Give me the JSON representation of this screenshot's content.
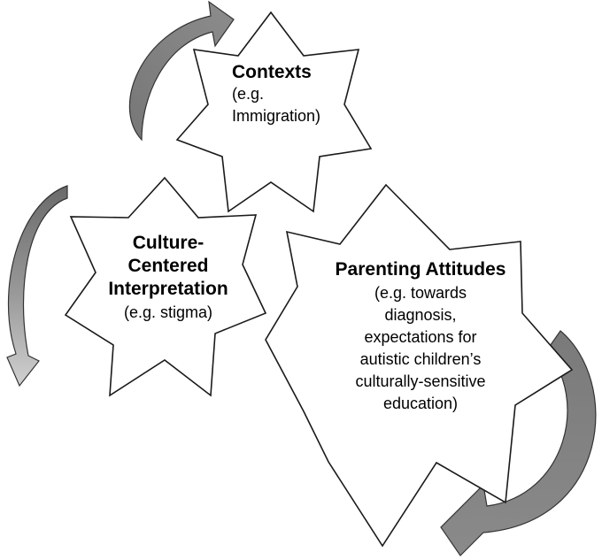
{
  "diagram": {
    "nodes": [
      {
        "id": "contexts",
        "title": "Contexts",
        "detail": [
          "(e.g.",
          "Immigration)"
        ]
      },
      {
        "id": "culture",
        "title": [
          "Culture-",
          "Centered",
          "Interpretation"
        ],
        "detail": [
          "(e.g. stigma)"
        ]
      },
      {
        "id": "parenting",
        "title": "Parenting Attitudes",
        "detail": [
          "(e.g. towards",
          "diagnosis,",
          "expectations for",
          "autistic children’s",
          "culturally-sensitive",
          "education)"
        ]
      }
    ],
    "arrow_colors": {
      "dark": "#6e6e6e",
      "mid": "#8a8a8a",
      "light": "#c6c6c6"
    },
    "star_fill": "#ffffff",
    "star_stroke": "#1a1a1a"
  }
}
